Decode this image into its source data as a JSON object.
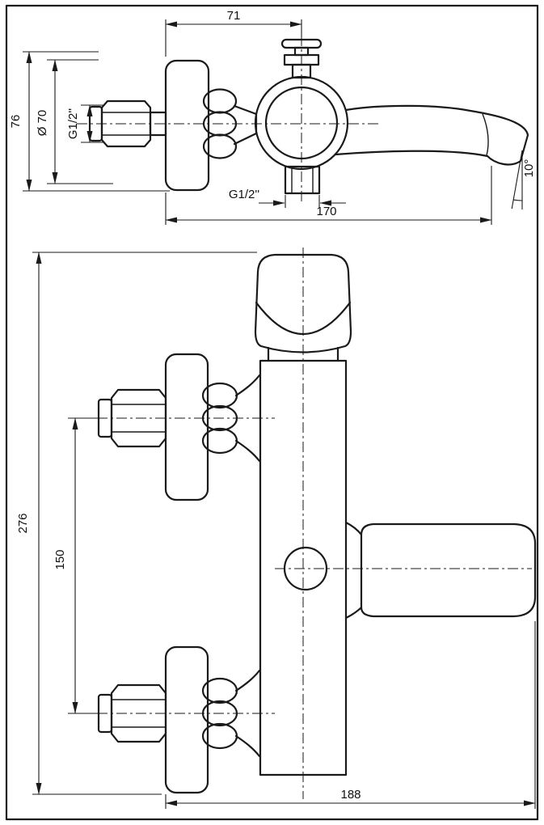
{
  "colors": {
    "ink": "#1a1a1a",
    "paper": "#ffffff"
  },
  "top_view": {
    "dim_wall_to_center": "71",
    "dim_height": "76",
    "dim_diameter": "Ø 70",
    "dim_inlet_thread": "G1/2''",
    "dim_outlet_thread": "G1/2''",
    "dim_reach": "170",
    "dim_spout_angle": "10°"
  },
  "front_view": {
    "dim_overall_height": "276",
    "dim_inlet_spacing": "150",
    "dim_overall_width": "188"
  }
}
